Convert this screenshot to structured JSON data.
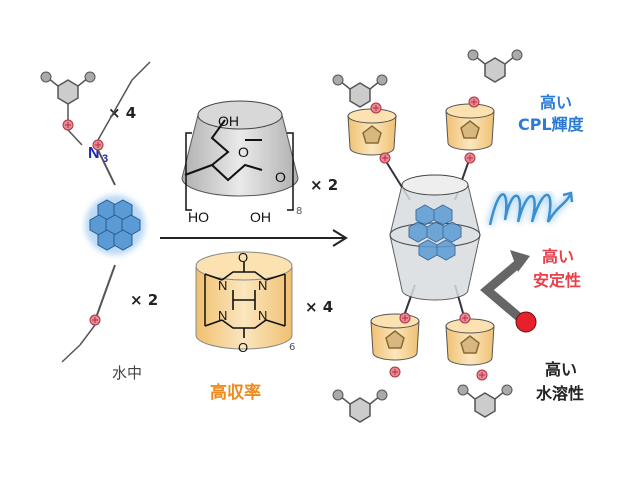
{
  "left": {
    "times_4": "× 4",
    "azide": "N",
    "azide_sub": "3",
    "times_2": "× 2",
    "solvent": "水中"
  },
  "cyclodextrin": {
    "oh_top": "OH",
    "ring_o": "O",
    "link_o": "O",
    "ho_left": "HO",
    "oh_right": "OH",
    "repeat": "8",
    "multiplier": "× 2"
  },
  "cucurbituril": {
    "carbonyl_o_top": "O",
    "carbonyl_o_bottom": "O",
    "n": "N",
    "repeat": "6",
    "multiplier": "× 4"
  },
  "yield_label": "高収率",
  "properties": {
    "cpl": {
      "line1": "高い",
      "line2": "CPL輝度",
      "color": "#2b7bd6"
    },
    "stability": {
      "line1": "高い",
      "line2": "安定性",
      "color": "#e8404a"
    },
    "solubility": {
      "line1": "高い",
      "line2": "水溶性",
      "color": "#222222"
    }
  },
  "colors": {
    "pyrene": "#5b9bd5",
    "cb_fill": "#f7d9a0",
    "cd_fill": "#cfcfcf",
    "triazole": "#e07080",
    "yield": "#f08a1c"
  }
}
